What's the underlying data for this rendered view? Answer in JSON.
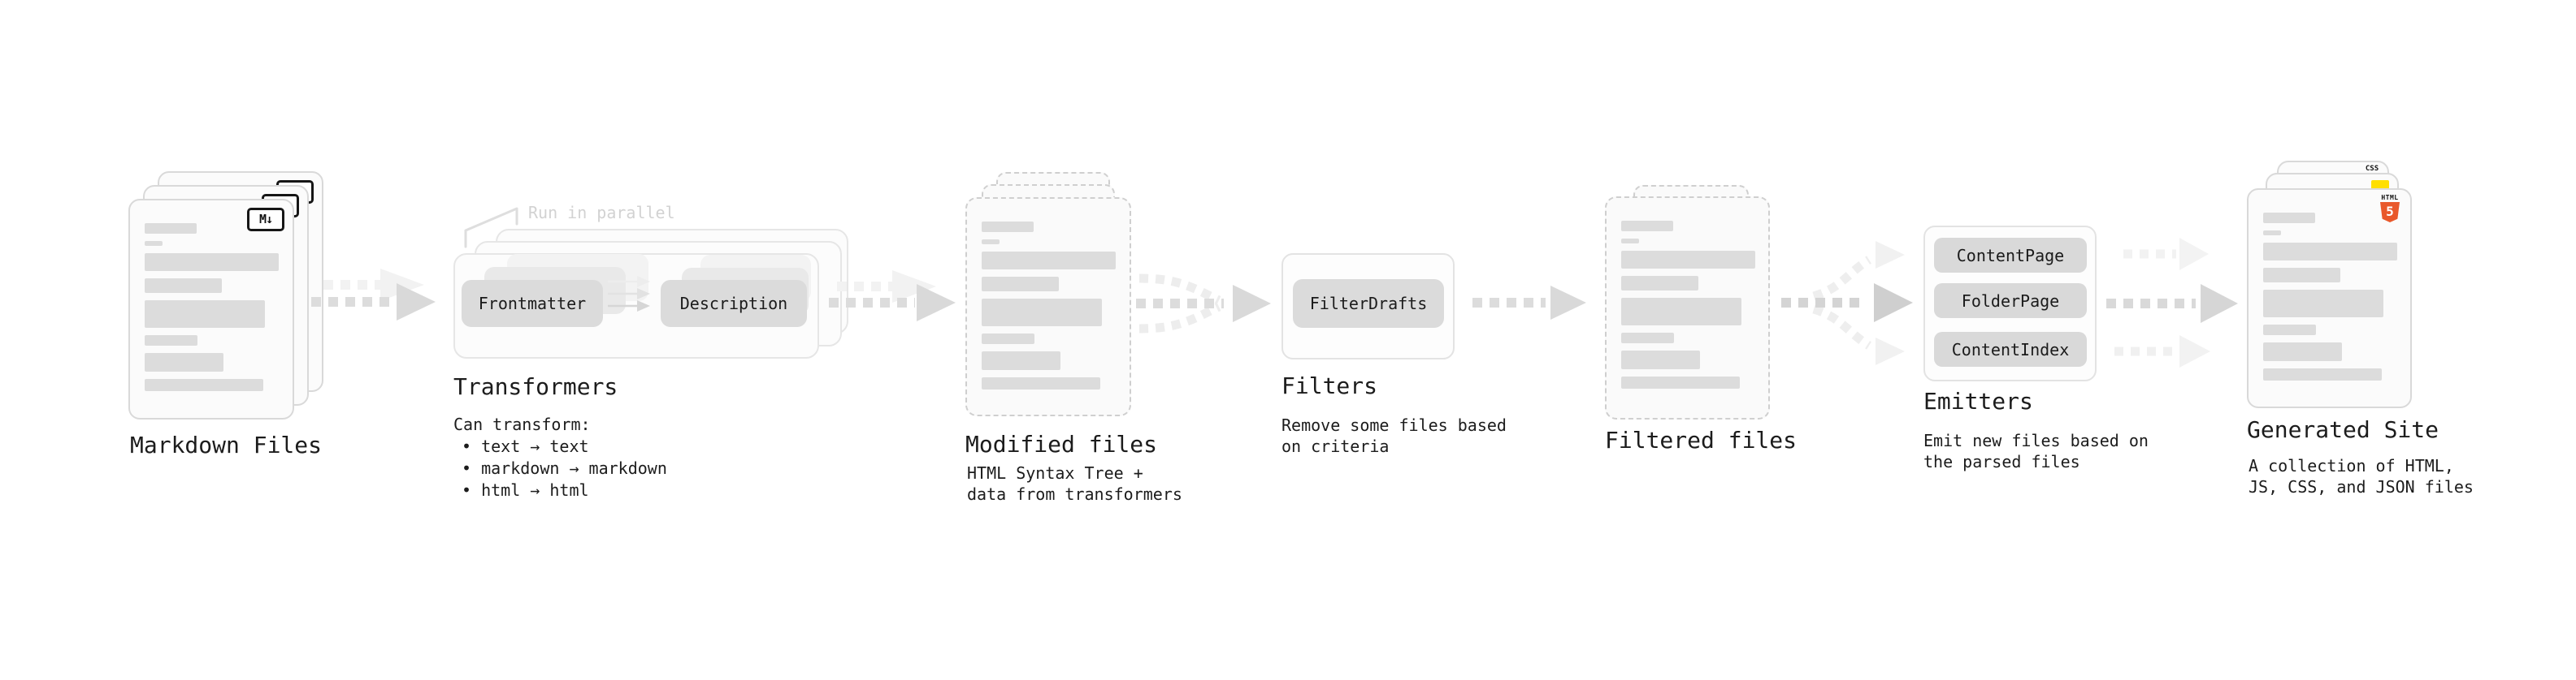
{
  "stages": {
    "markdown": {
      "title": "Markdown Files",
      "badge": "M↓"
    },
    "transformers": {
      "title": "Transformers",
      "note": "Run in parallel",
      "pills": [
        "Frontmatter",
        "Description"
      ],
      "desc_heading": "Can transform:",
      "bullets": [
        "• text → text",
        "• markdown → markdown",
        "• html → html"
      ]
    },
    "modified": {
      "title": "Modified files",
      "subtitle": "HTML Syntax Tree +\ndata from transformers"
    },
    "filters": {
      "title": "Filters",
      "pill": "FilterDrafts",
      "subtitle": "Remove some files based\non criteria"
    },
    "filtered": {
      "title": "Filtered files"
    },
    "emitters": {
      "title": "Emitters",
      "pills": [
        "ContentPage",
        "FolderPage",
        "ContentIndex"
      ],
      "subtitle": "Emit new files based on\nthe parsed files"
    },
    "generated": {
      "title": "Generated Site",
      "subtitle": "A collection of HTML,\nJS, CSS, and JSON files",
      "html5_word": "HTML",
      "html5_number": "5",
      "css_word": "CSS"
    }
  },
  "colors": {
    "ink": "#1c1c1c",
    "card_border": "#d9d9d9",
    "dashed_border": "#cfcfcf",
    "skeleton_bar": "#dcdcdc",
    "pill_bg": "#dbdbdb",
    "arrow_dark": "#d9d9d9",
    "arrow_light": "#f1f1f1",
    "note_gray": "#d2d2d2",
    "html5_orange": "#e9582b",
    "js_yellow": "#ffdf00",
    "css_blue": "#2f6be0"
  }
}
